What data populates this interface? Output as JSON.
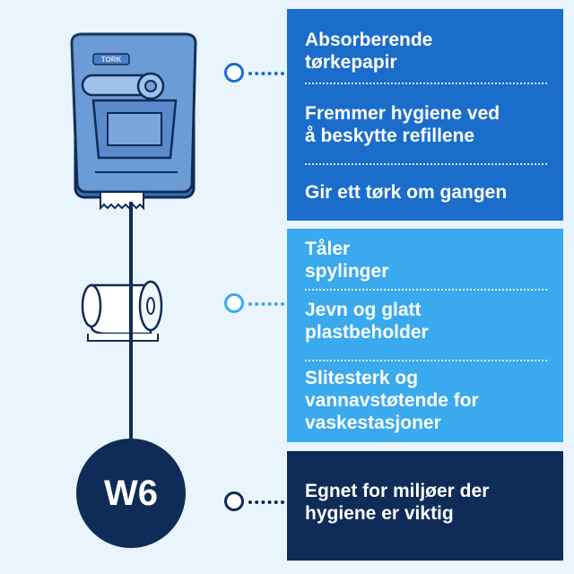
{
  "badge": {
    "label": "W6"
  },
  "dispenser": {
    "brand": "TORK"
  },
  "groups": [
    {
      "color": "#1b6dcc",
      "features": [
        "Absorberende\ntørkepapir",
        "Fremmer hygiene ved\nå beskytte refillene",
        "Gir ett tørk om gangen"
      ]
    },
    {
      "color": "#3aa9ee",
      "features": [
        "Tåler\nspylinger",
        "Jevn og glatt\nplastbeholder",
        "Slitesterk og\nvannavstøtende for\nvaskestasjoner"
      ]
    },
    {
      "color": "#0f2b57",
      "features": [
        "Egnet for miljøer der\nhygiene er viktig"
      ]
    }
  ]
}
